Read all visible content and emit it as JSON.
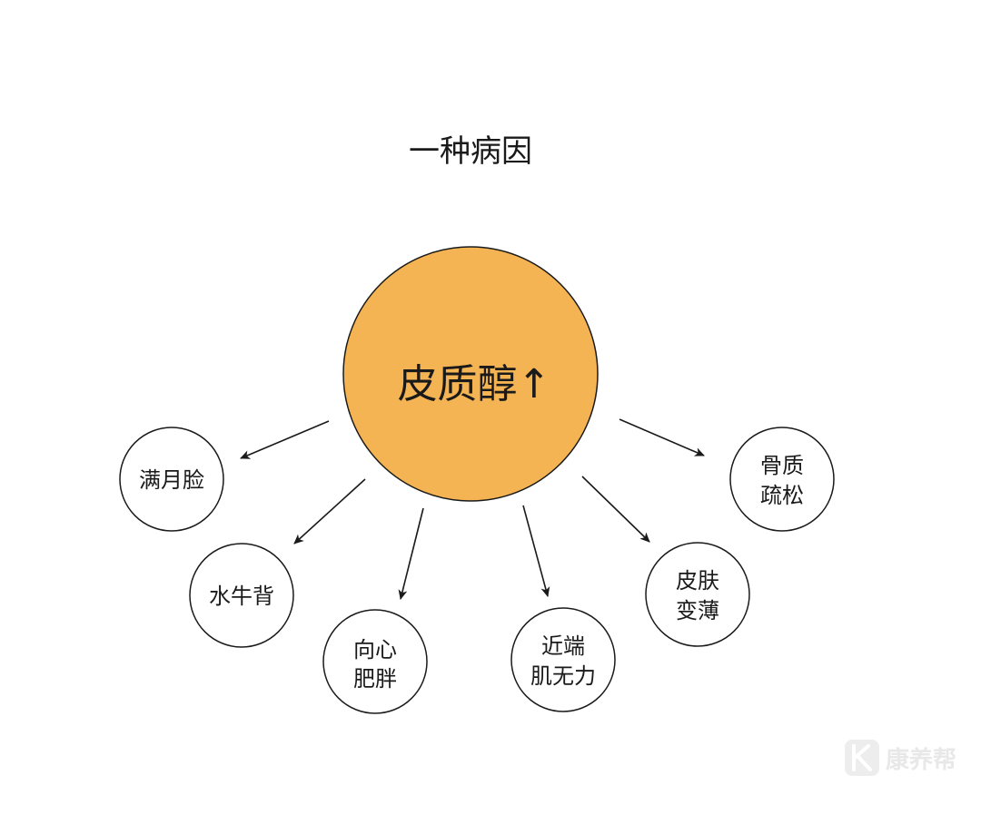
{
  "title": "一种病因",
  "center": {
    "label": "皮质醇↑",
    "fill_color": "#F5B453"
  },
  "nodes": [
    {
      "id": "moon-face",
      "lines": [
        "满月脸"
      ]
    },
    {
      "id": "buffalo-hump",
      "lines": [
        "水牛背"
      ]
    },
    {
      "id": "central-obesity",
      "lines": [
        "向心",
        "肥胖"
      ]
    },
    {
      "id": "proximal-muscle-weakness",
      "lines": [
        "近端",
        "肌无力"
      ]
    },
    {
      "id": "skin-thinning",
      "lines": [
        "皮肤",
        "变薄"
      ]
    },
    {
      "id": "osteoporosis",
      "lines": [
        "骨质",
        "疏松"
      ]
    }
  ],
  "watermark": {
    "logo_icon": "k-logo-icon",
    "text": "康养帮"
  }
}
